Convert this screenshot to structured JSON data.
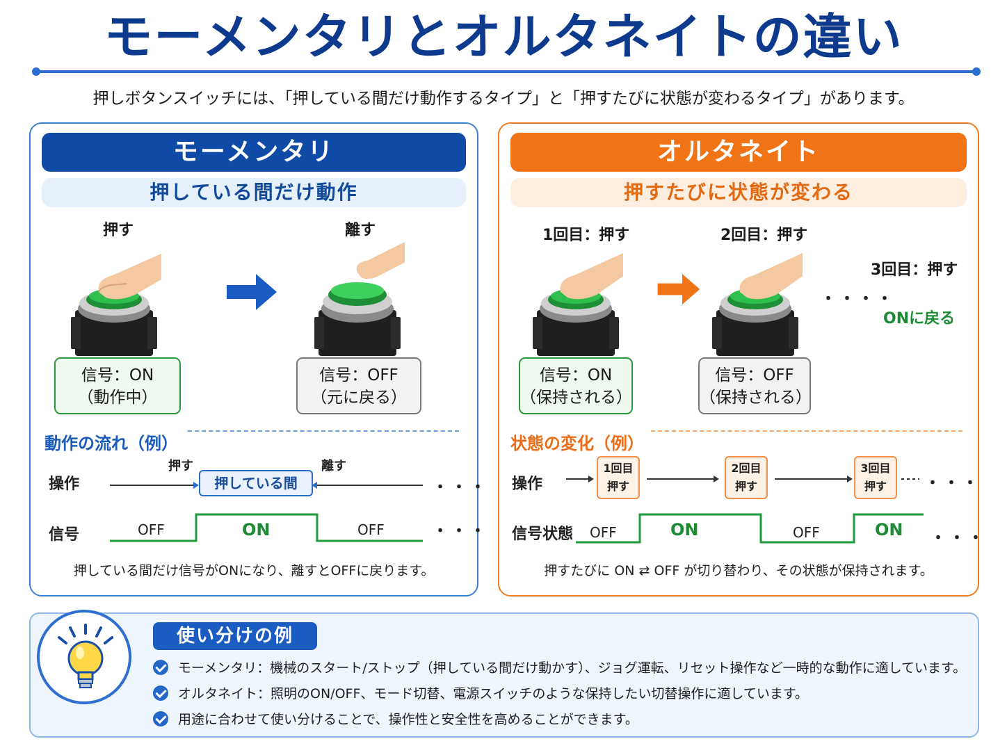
{
  "title": "モーメンタリとオルタネイトの違い",
  "intro": "押しボタンスイッチには、「押している間だけ動作するタイプ」と「押すたびに状態が変わるタイプ」があります。",
  "colors": {
    "momentary": "#0f4aa6",
    "alternate": "#f07416",
    "on_green": "#2a9a3c",
    "off_gray": "#7a7a7a"
  },
  "momentary": {
    "header": "モーメンタリ",
    "subheader": "押している間だけ動作",
    "press_label": "押す",
    "release_label": "離す",
    "signal_on_line1": "信号：ON",
    "signal_on_line2": "（動作中）",
    "signal_off_line1": "信号：OFF",
    "signal_off_line2": "（元に戻る）",
    "flow_title": "動作の流れ（例）",
    "row_operation": "操作",
    "row_signal": "信号",
    "press_small": "押す",
    "release_small": "離す",
    "hold_box": "押している間",
    "off1": "OFF",
    "on": "ON",
    "off2": "OFF",
    "dots": "・・・",
    "caption": "押している間だけ信号がONになり、離すとOFFに戻ります。"
  },
  "alternate": {
    "header": "オルタネイト",
    "subheader": "押すたびに状態が変わる",
    "first_press": "1回目：押す",
    "second_press": "2回目：押す",
    "third_press": "3回目：押す",
    "back_on": "ONに戻る",
    "signal_on_line1": "信号：ON",
    "signal_on_line2": "（保持される）",
    "signal_off_line1": "信号：OFF",
    "signal_off_line2": "（保持される）",
    "flow_title": "状態の変化（例）",
    "row_operation": "操作",
    "row_signal": "信号状態",
    "step1_line1": "1回目",
    "step1_line2": "押す",
    "step2_line1": "2回目",
    "step2_line2": "押す",
    "step3_line1": "3回目",
    "step3_line2": "押す",
    "off1": "OFF",
    "on1": "ON",
    "off2": "OFF",
    "on2": "ON",
    "dots": "・・・・",
    "dots_short": "・・・",
    "caption": "押すたびに ON ⇄ OFF が切り替わり、その状態が保持されます。"
  },
  "examples": {
    "title": "使い分けの例",
    "items": [
      "モーメンタリ：機械のスタート/ストップ（押している間だけ動かす）、ジョグ運転、リセット操作など一時的な動作に適しています。",
      "オルタネイト：照明のON/OFF、モード切替、電源スイッチのような保持したい切替操作に適しています。",
      "用途に合わせて使い分けることで、操作性と安全性を高めることができます。"
    ]
  }
}
